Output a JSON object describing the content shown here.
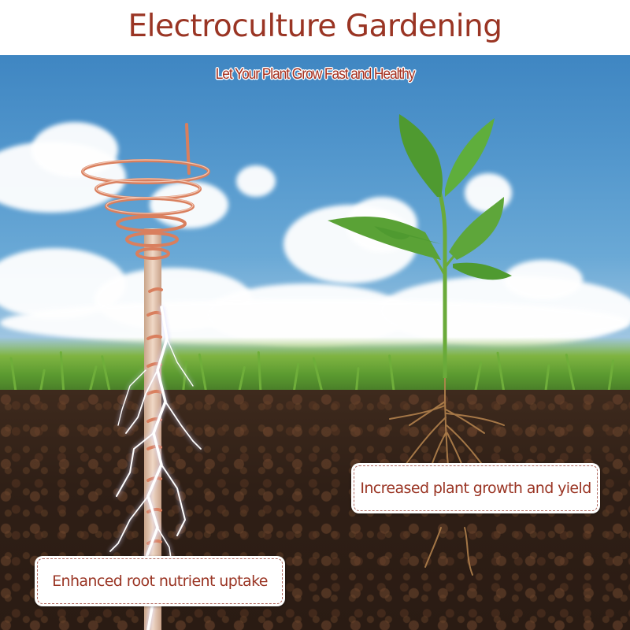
{
  "header": {
    "title": "Electroculture Gardening"
  },
  "banner": {
    "subtitle": "Let Your Plant Grow Fast and Healthy"
  },
  "callouts": [
    {
      "label": "Increased plant growth and yield"
    },
    {
      "label": "Enhanced root nutrient uptake"
    }
  ],
  "illustration": {
    "left_object": "copper-spiral-antenna",
    "right_object": "green-seedling",
    "effects": "lightning-bolts",
    "ground": [
      "grass",
      "soil",
      "roots"
    ]
  },
  "colors": {
    "title_text": "#9a3524",
    "callout_border": "#b06a60",
    "copper": "#d97f5e",
    "sky_top": "#3f86c2",
    "soil": "#2f1f16",
    "leaf": "#5da53a"
  }
}
